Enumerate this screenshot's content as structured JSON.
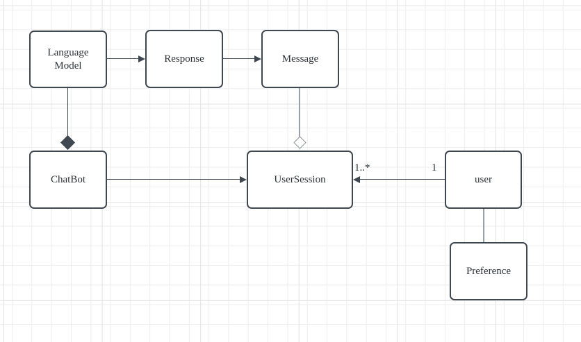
{
  "diagram": {
    "nodes": {
      "language_model": {
        "label": "Language Model"
      },
      "response": {
        "label": "Response"
      },
      "message": {
        "label": "Message"
      },
      "chatbot": {
        "label": "ChatBot"
      },
      "usersession": {
        "label": "UserSession"
      },
      "user": {
        "label": "user"
      },
      "preference": {
        "label": "Preference"
      }
    },
    "edges": {
      "user_to_usersession": {
        "source_label": "1",
        "target_label": "1..*"
      }
    },
    "colors": {
      "node_border": "#3f4850",
      "dark_line": "#3f4850",
      "light_line": "#9aa0a7",
      "grid_minor": "#ededed",
      "grid_major": "#e2e2e2",
      "background": "#ffffff"
    }
  }
}
